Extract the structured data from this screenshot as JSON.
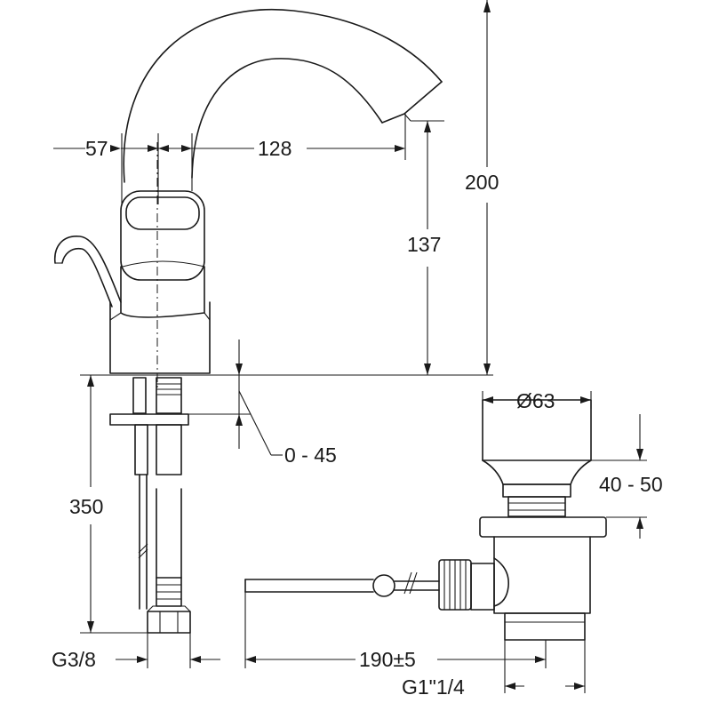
{
  "dimensions": {
    "spout_offset": "57",
    "spout_reach": "128",
    "total_height": "200",
    "spout_height": "137",
    "deck_thickness": "0 - 45",
    "hose_length": "350",
    "connection_thread": "G3/8",
    "waste_diameter": "Ø63",
    "waste_height": "40 - 50",
    "rod_length": "190±5",
    "waste_thread": "G1\"1/4"
  }
}
